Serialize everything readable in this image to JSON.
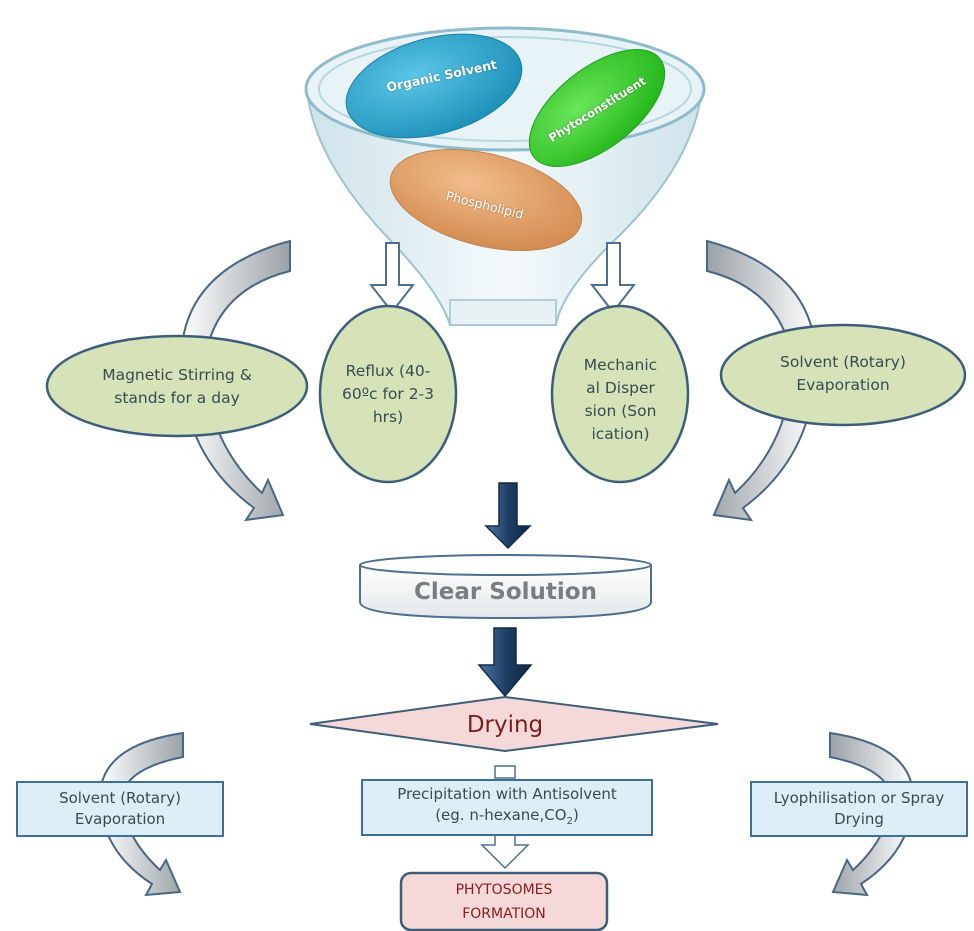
{
  "funnel": {
    "organic_solvent": "Organic Solvent",
    "phytoconstituent": "Phytoconstituent",
    "phospholipid": "Phospholipid"
  },
  "methods": {
    "magnetic_stirring": "Magnetic Stirring & stands for a day",
    "reflux": "Reflux (40-60ºc for 2-3 hrs)",
    "mechanical_dispersion": "Mechanical Dispersion (Sonication)",
    "solvent_rotary_evaporation": "Solvent (Rotary) Evaporation"
  },
  "clear_solution": "Clear Solution",
  "drying": "Drying",
  "drying_methods": {
    "solvent_rotary_evaporation": "Solvent (Rotary) Evaporation",
    "precipitation_line1": "Precipitation with Antisolvent",
    "precipitation_line2_prefix": "(eg. n-hexane,CO",
    "precipitation_subscript": "2",
    "precipitation_line2_suffix": ")",
    "lyophilisation": "Lyophilisation or Spray Drying"
  },
  "result": "PHYTOSOMES FORMATION",
  "colors": {
    "oval_fill": "#d6e3b8",
    "oval_stroke": "#3e5d7a",
    "box_fill": "#ddeef6",
    "box_stroke": "#3e6f98",
    "drying_fill": "#f4d9d8",
    "result_fill": "#f4d9d8",
    "dark_arrow": "#1f3f66",
    "organic_solvent": "#2aa7cf",
    "phytoconstituent": "#33d12b",
    "phospholipid": "#e0a06a"
  }
}
